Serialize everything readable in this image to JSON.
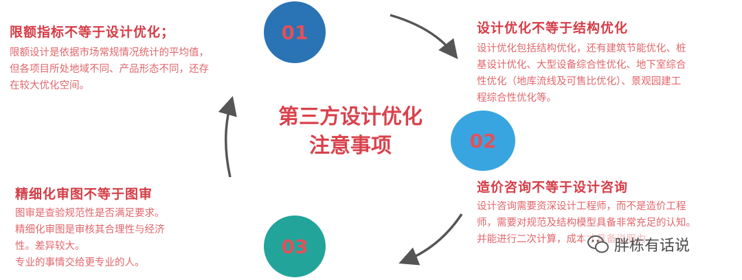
{
  "center": {
    "line1": "第三方设计优化",
    "line2": "注意事项"
  },
  "steps": [
    {
      "number": "01",
      "color": "#2a73b5"
    },
    {
      "number": "02",
      "color": "#39a5e0"
    },
    {
      "number": "03",
      "color": "#23a49a"
    }
  ],
  "blocks": {
    "b1": {
      "title": "限额指标不等于设计优化；",
      "lines": [
        "限额设计是依据市场常规情况统计的平均值，",
        "但各项目所处地域不同、产品形态不同，还存",
        "在较大优化空间。"
      ]
    },
    "b2": {
      "title": "设计优化不等于结构优化",
      "lines": [
        "设计优化包括结构优化，还有建筑节能优化、桩",
        "基设计优化、大型设备综合性优化、地下室综合",
        "性优化（地库流线及可售比优化）、景观园建工",
        "程综合性优化等。"
      ]
    },
    "b3": {
      "title": "造价咨询不等于设计咨询",
      "lines": [
        "设计咨询需要资深设计工程师，而不是造价工程",
        "师，需要对规范及结构模型具备非常充足的认知。",
        "并能进行二次计算，成本才具备说服力。"
      ]
    },
    "b4": {
      "title": "精细化审图不等于图审",
      "lines": [
        "图审是查验规范性是否满足要求。",
        "精细化审图是审核其合理性与经济",
        "性。差异较大。",
        "专业的事情交给更专业的人。"
      ]
    }
  },
  "watermark": {
    "text": "胖栋有话说"
  },
  "colors": {
    "text": "#e05a60",
    "arrow": "#555555"
  }
}
